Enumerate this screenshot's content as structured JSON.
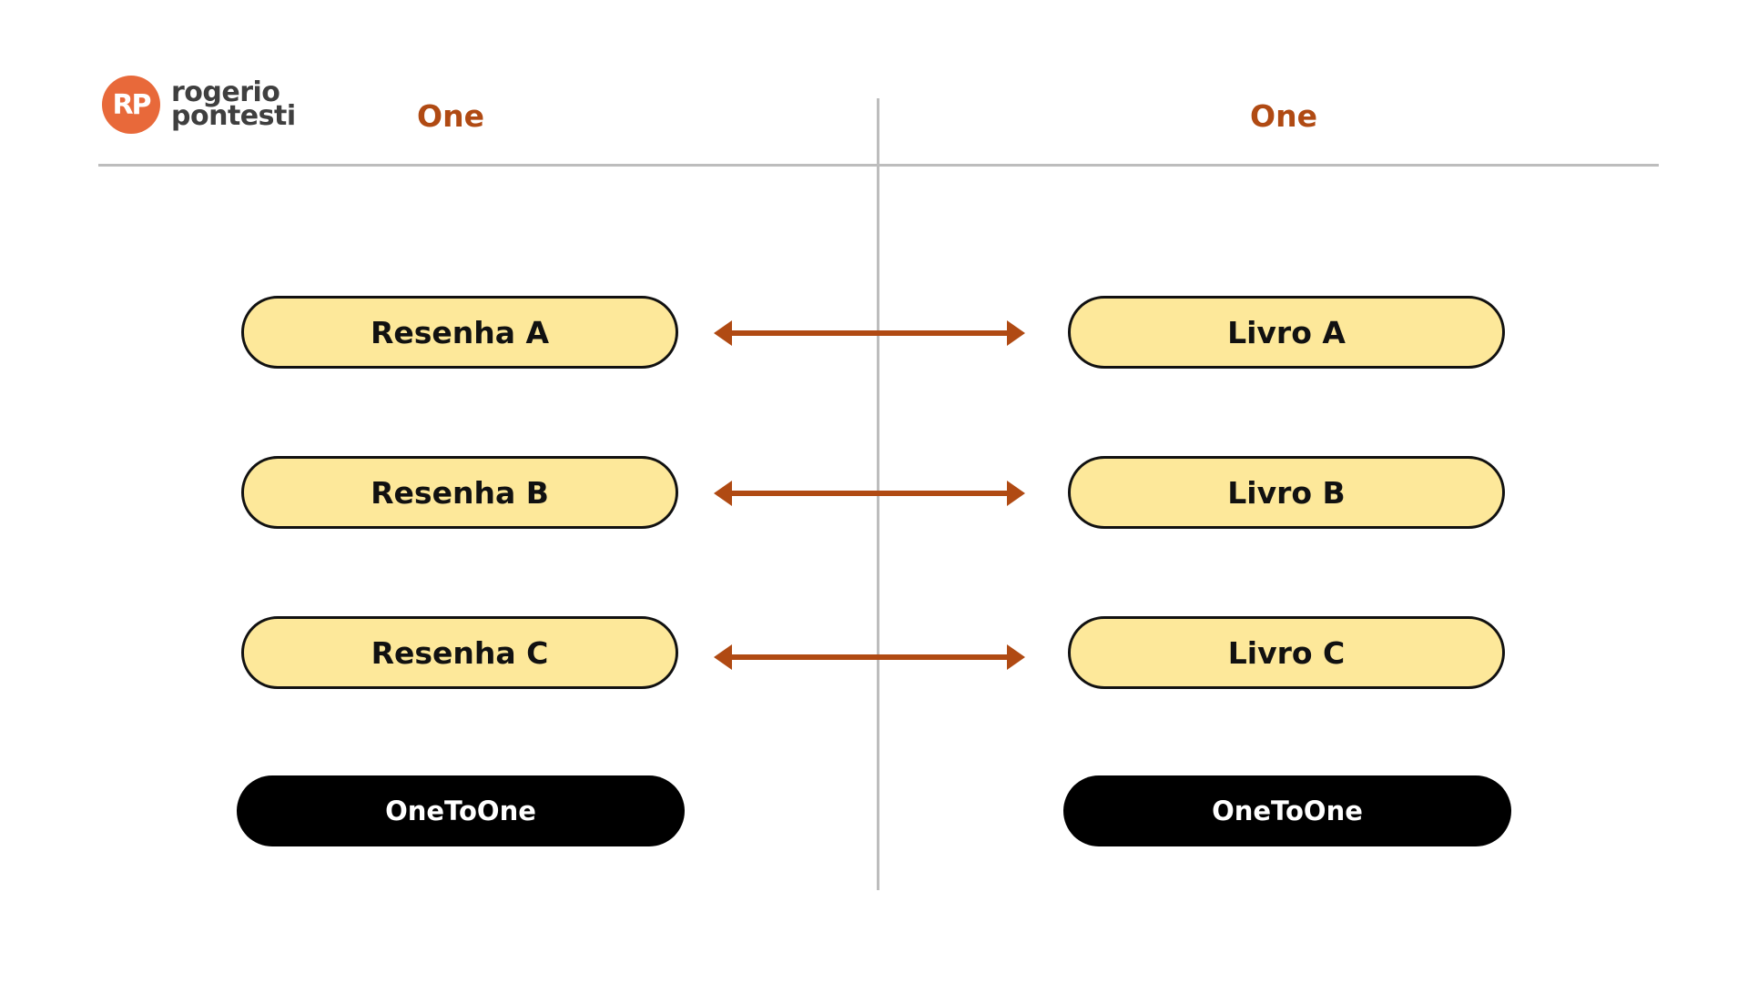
{
  "logo": {
    "initials": "RP",
    "line1": "rogerio",
    "line2": "pontesti"
  },
  "columns": {
    "left_title": "One",
    "right_title": "One"
  },
  "rows": [
    {
      "left": "Resenha A",
      "right": "Livro A"
    },
    {
      "left": "Resenha B",
      "right": "Livro B"
    },
    {
      "left": "Resenha C",
      "right": "Livro C"
    }
  ],
  "relationship": {
    "left_label": "OneToOne",
    "right_label": "OneToOne"
  },
  "colors": {
    "accent": "#b04a13",
    "logo": "#e8693a",
    "pill_fill": "#fde89a",
    "divider": "#bdbdbd"
  }
}
